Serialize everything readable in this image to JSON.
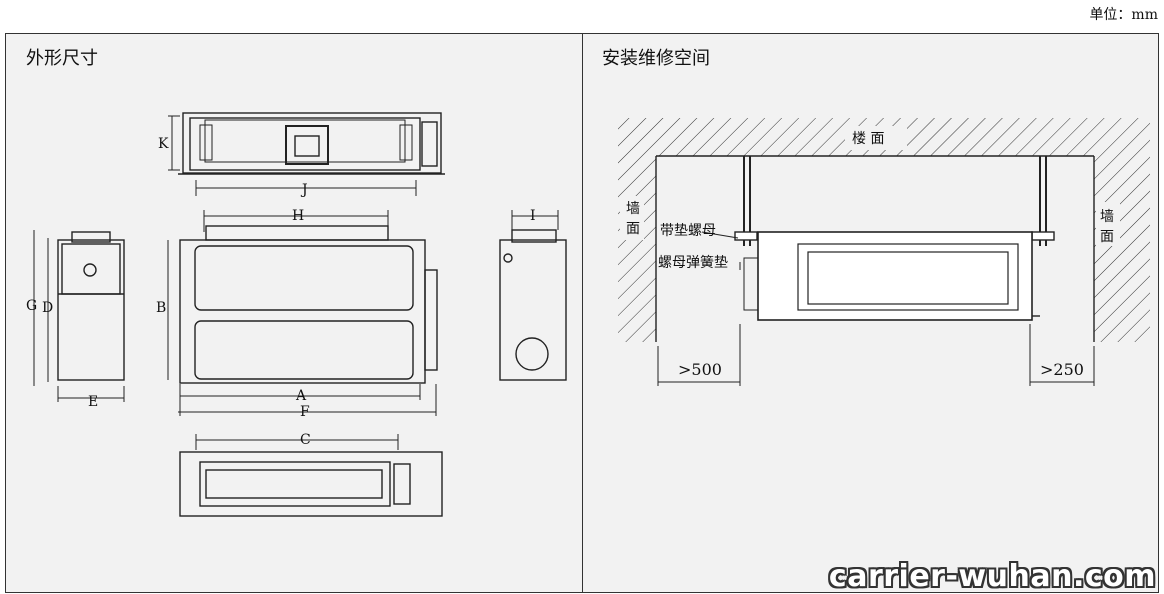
{
  "unit_label": "单位：mm",
  "left_panel": {
    "title": "外形尺寸",
    "dims": {
      "K": "K",
      "J": "J",
      "H": "H",
      "I": "I",
      "G": "G",
      "D": "D",
      "B": "B",
      "E": "E",
      "A": "A",
      "F": "F",
      "C": "C"
    }
  },
  "right_panel": {
    "title": "安装维修空间",
    "floor": "楼 面",
    "wall_left": "墙\n面",
    "wall_left_1": "墙",
    "wall_left_2": "面",
    "wall_right_1": "墙",
    "wall_right_2": "面",
    "nut_with_washer": "带垫螺母",
    "nut_spring_washer": "螺母弹簧垫",
    "clearance_left": ">500",
    "clearance_right": ">250"
  },
  "watermark": "carrier-wuhan.com"
}
